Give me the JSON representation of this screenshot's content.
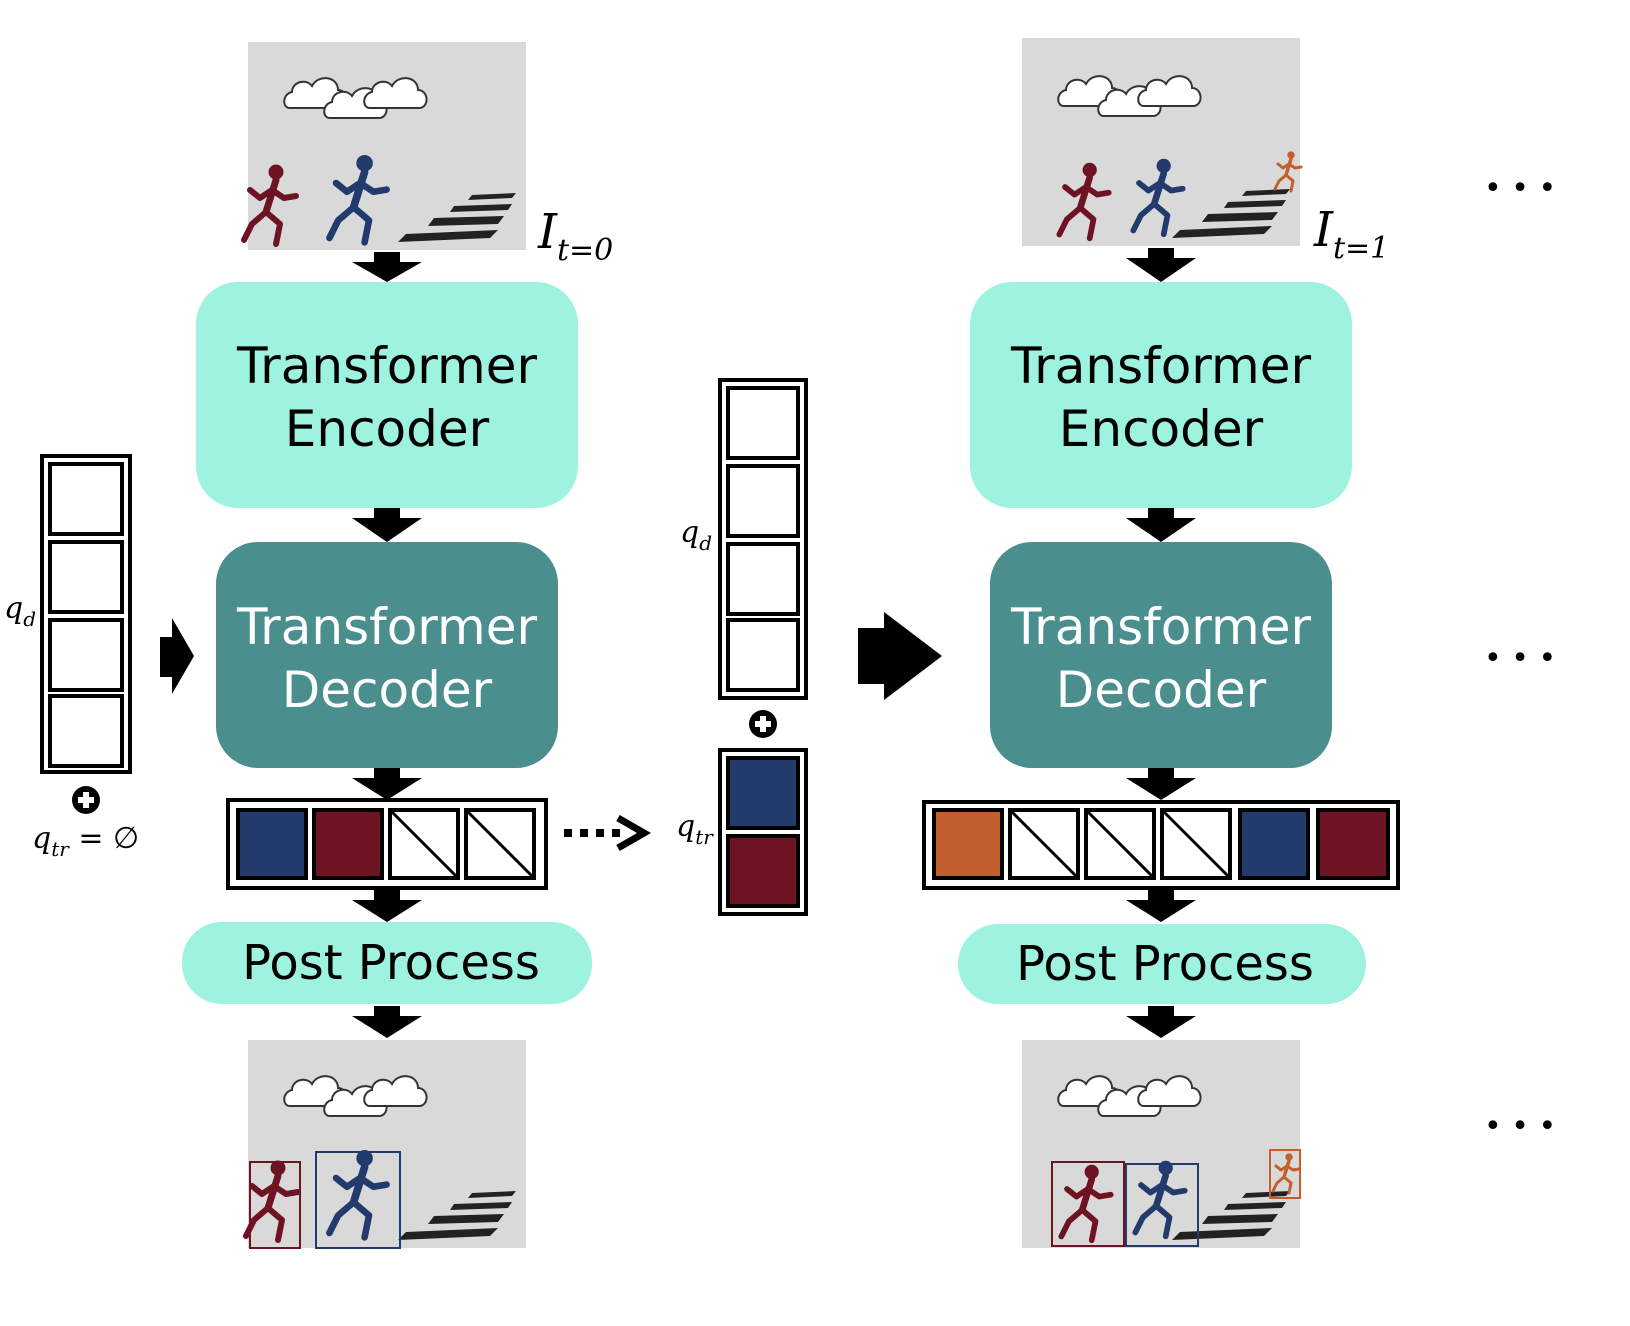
{
  "colors": {
    "encoder_fill": "#9DF3DF",
    "decoder_fill": "#4A8E8D",
    "postprocess_fill": "#9DF3DF",
    "frame_bg": "#D9D9D9",
    "query_blue": "#233A6D",
    "query_red": "#6E1322",
    "query_orange": "#C25F2F",
    "arrow": "#000000"
  },
  "columns": [
    {
      "frame_label_main": "I",
      "frame_label_sub": "t=0",
      "encoder_line1": "Transformer",
      "encoder_line2": "Encoder",
      "decoder_line1": "Transformer",
      "decoder_line2": "Decoder",
      "postprocess": "Post Process",
      "output_queries": [
        "blue",
        "red",
        "empty",
        "empty"
      ],
      "input_frame_people": [
        "red",
        "blue"
      ],
      "output_frame_people": [
        "red",
        "blue"
      ]
    },
    {
      "frame_label_main": "I",
      "frame_label_sub": "t=1",
      "encoder_line1": "Transformer",
      "encoder_line2": "Encoder",
      "decoder_line1": "Transformer",
      "decoder_line2": "Decoder",
      "postprocess": "Post Process",
      "output_queries": [
        "orange",
        "empty",
        "empty",
        "empty",
        "blue",
        "red"
      ],
      "input_frame_people": [
        "red",
        "blue",
        "orange"
      ],
      "output_frame_people": [
        "red",
        "blue",
        "orange"
      ]
    }
  ],
  "left_queries": {
    "qd_main": "q",
    "qd_sub": "d",
    "qtr_main": "q",
    "qtr_sub": "tr",
    "qtr_suffix": " = ∅",
    "detection_slots": 4
  },
  "middle_queries": {
    "qd_main": "q",
    "qd_sub": "d",
    "qtr_main": "q",
    "qtr_sub": "tr",
    "detection_slots": 4,
    "track_slots": [
      "blue",
      "red"
    ]
  },
  "ellipsis": "• • •"
}
